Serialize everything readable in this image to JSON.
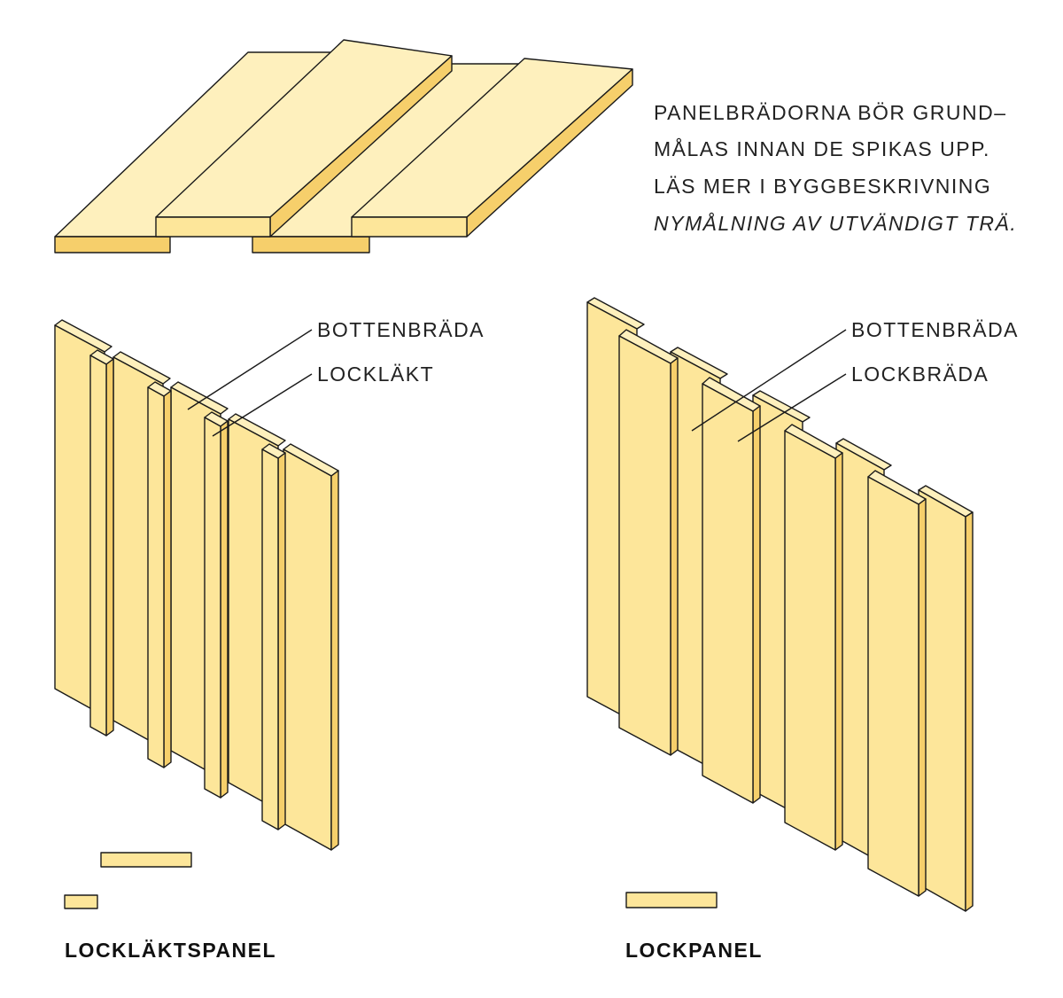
{
  "note": {
    "lines": [
      "PANELBRÄDORNA BÖR GRUND–",
      "MÅLAS INNAN DE SPIKAS UPP.",
      "LÄS MER I BYGGBESKRIVNING"
    ],
    "italic_line": "NYMÅLNING AV UTVÄNDIGT TRÄ."
  },
  "left_panel": {
    "title": "LOCKLÄKTSPANEL",
    "label_bottom_board": "BOTTENBRÄDA",
    "label_cover_strip": "LOCKLÄKT"
  },
  "right_panel": {
    "title": "LOCKPANEL",
    "label_bottom_board": "BOTTENBRÄDA",
    "label_cover_board": "LOCKBRÄDA"
  },
  "colors": {
    "wood_face": "#fde69a",
    "wood_side": "#f6cf6b",
    "wood_top": "#fef0bd",
    "outline": "#1a1a1a"
  }
}
